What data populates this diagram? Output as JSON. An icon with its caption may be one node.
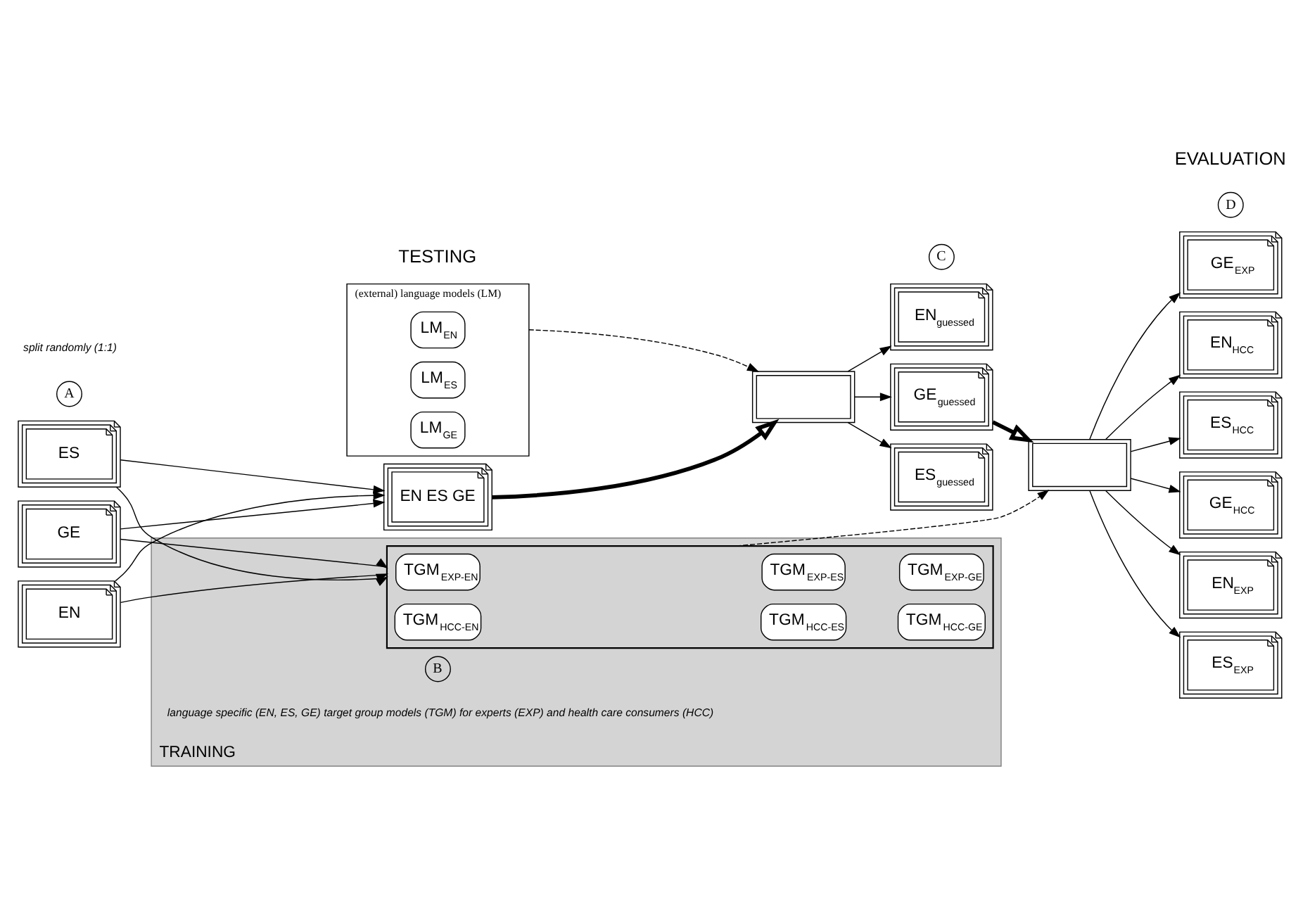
{
  "diagram": {
    "nodes": [
      {
        "text": [
          "(external) language models (LM)"
        ]
      },
      {
        "text": [
          "LM$_{EN}$"
        ],
        "in": 0
      },
      {
        "text": [
          "LM$_{ES}$"
        ],
        "in": 0
      },
      {
        "text": [
          "LM$_{GE}$"
        ],
        "in": 0
      },
      {
        "text": [
          "EN ES GE"
        ]
      },
      {
        "text": [],
        "shape": "box"
      },
      {
        "text": [
          "EN$_{guessed}$"
        ]
      },
      {
        "text": [
          "ES$_{guessed}$"
        ]
      },
      {
        "text": [
          "GE$_{guessed}$"
        ]
      },
      {
        "text": [
          "TRAINING"
        ]
      },
      {
        "text": [
          "EN"
        ]
      },
      {
        "text": [
          "ES"
        ]
      },
      {
        "text": [
          "GE"
        ]
      },
      {
        "text": [],
        "shape": "box",
        "in": 9
      },
      {
        "text": [
          "TGM$_{EXP-EN}$"
        ],
        "in": 13
      },
      {
        "text": [
          "TGM$_{EXP-ES}$"
        ],
        "in": 13
      },
      {
        "text": [
          "TGM$_{EXP-GE}$"
        ],
        "in": 13
      },
      {
        "text": [
          "TGM$_{HCC-EN}$"
        ],
        "in": 13
      },
      {
        "text": [
          "TGM$_{HCC-ES}$"
        ],
        "in": 13
      },
      {
        "text": [
          "TGM$_{HCC-GE}$"
        ],
        "in": 13
      },
      {
        "text": [],
        "shape": "box"
      },
      {
        "text": [
          "EN$_{EXP}$"
        ]
      },
      {
        "text": [
          "ES$_{EXP}$"
        ]
      },
      {
        "text": [
          "GE$_{EXP}$"
        ]
      },
      {
        "text": [
          "EN$_{HCC}$"
        ]
      },
      {
        "text": [
          "ES$_{HCC}$"
        ]
      },
      {
        "text": [
          "GE$_{HCC}$"
        ]
      },
      {
        "text": [
          "C"
        ]
      },
      {
        "text": [
          "A"
        ]
      },
      {
        "text": [
          "D"
        ]
      },
      {
        "text": [
          "B"
        ],
        "in": 9
      }
    ],
    "edges": [
      {
        "from": 0,
        "to": 5,
        "arrow": "to",
        "style": "dashed"
      },
      {
        "from": 4,
        "to": 5,
        "arrow": "to",
        "style": "thick"
      },
      {
        "from": 5,
        "to": 6,
        "arrow": "to"
      },
      {
        "from": 5,
        "to": 7,
        "arrow": "to"
      },
      {
        "from": 5,
        "to": 8,
        "arrow": "to"
      },
      {
        "from": 10,
        "to": 4,
        "arrow": "to"
      },
      {
        "from": 11,
        "to": 4,
        "arrow": "to"
      },
      {
        "from": 12,
        "to": 4,
        "arrow": "to"
      },
      {
        "from": 10,
        "to": 13,
        "arrow": "to"
      },
      {
        "from": 11,
        "to": 13,
        "arrow": "to"
      },
      {
        "from": 12,
        "to": 13,
        "arrow": "to"
      },
      {
        "from": 8,
        "to": 20,
        "arrow": "to",
        "style": "thick"
      },
      {
        "from": 13,
        "to": 20,
        "arrow": "to",
        "style": "dashed"
      },
      {
        "from": 20,
        "to": 21,
        "arrow": "to"
      },
      {
        "from": 20,
        "to": 22,
        "arrow": "to"
      },
      {
        "from": 20,
        "to": 23,
        "arrow": "to"
      },
      {
        "from": 20,
        "to": 24,
        "arrow": "to"
      },
      {
        "from": 20,
        "to": 25,
        "arrow": "to"
      },
      {
        "from": 20,
        "to": 26,
        "arrow": "to"
      }
    ],
    "labels": [
      "TESTING",
      "split randomly (1:1)",
      "EVALUATION",
      "language specific (EN, ES, GE) target group models (TGM) for experts (EXP) and health care consumers (HCC)"
    ]
  }
}
